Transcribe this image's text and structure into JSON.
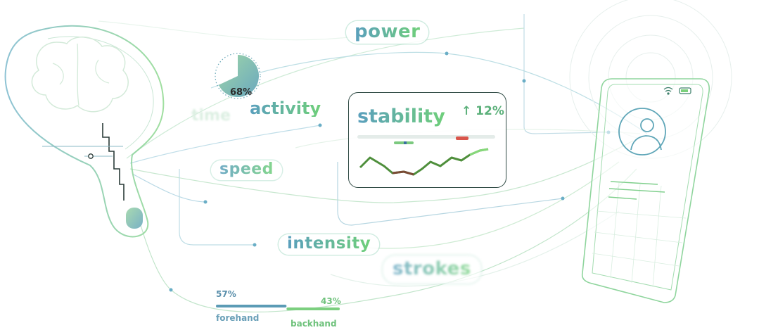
{
  "labels": {
    "power": "power",
    "time": "time",
    "activity": "activity",
    "speed": "speed",
    "intensity": "intensity",
    "strokes": "strokes"
  },
  "activity_gauge": {
    "percent_text": "68%",
    "fraction": 0.68
  },
  "stability_card": {
    "title": "stability",
    "delta": "12%",
    "delta_icon": "arrow-up-icon"
  },
  "stroke_split": {
    "forehand": {
      "label": "forehand",
      "value": "57%",
      "fraction": 0.57,
      "color": "#5b9bb5"
    },
    "backhand": {
      "label": "backhand",
      "value": "43%",
      "fraction": 0.43,
      "color": "#7ccf7f"
    }
  },
  "phone": {
    "status_icons": [
      "wifi-icon",
      "battery-icon"
    ],
    "avatar_icon": "user-avatar-icon"
  },
  "colors": {
    "accent_blue": "#5a9fbd",
    "accent_green": "#6fcf7a",
    "alert_red": "#d9554b"
  }
}
